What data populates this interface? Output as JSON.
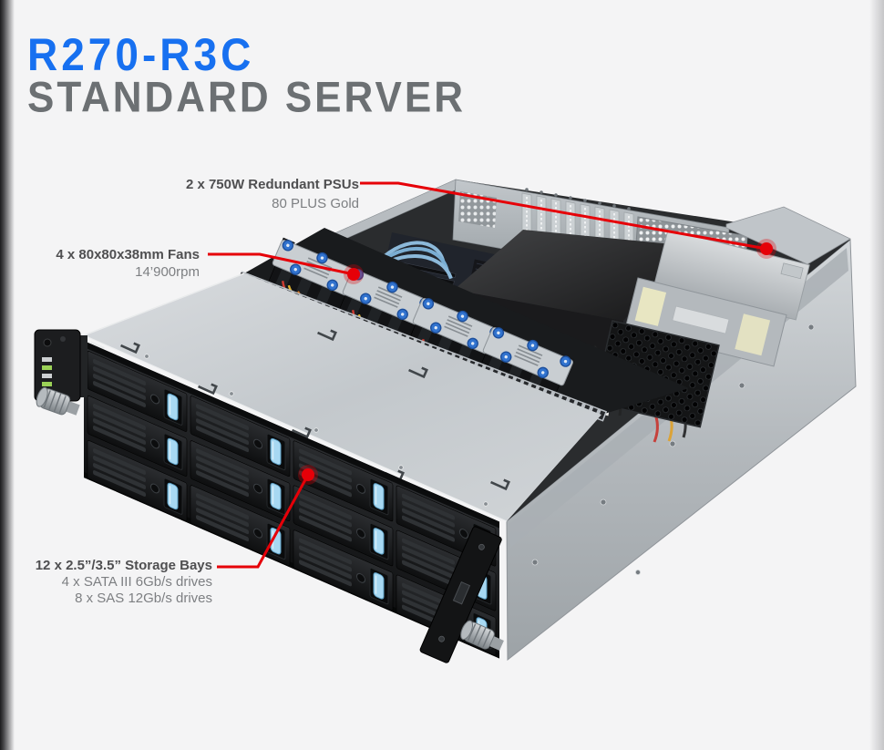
{
  "page": {
    "background_color": "#f4f4f5",
    "accent_color": "#e60008"
  },
  "header": {
    "model": "R270-R3C",
    "product_type": "STANDARD SERVER",
    "model_color": "#1770f0",
    "product_type_color": "#6c7073"
  },
  "callouts": {
    "psu": {
      "title": "2 x 750W Redundant PSUs",
      "subtitle": "80 PLUS Gold"
    },
    "fans": {
      "title": "4 x 80x80x38mm Fans",
      "subtitle": "14’900rpm"
    },
    "storage": {
      "title": "12 x 2.5”/3.5” Storage Bays",
      "subtitle1": "4 x SATA III 6Gb/s drives",
      "subtitle2": "8 x SAS 12Gb/s drives"
    }
  }
}
